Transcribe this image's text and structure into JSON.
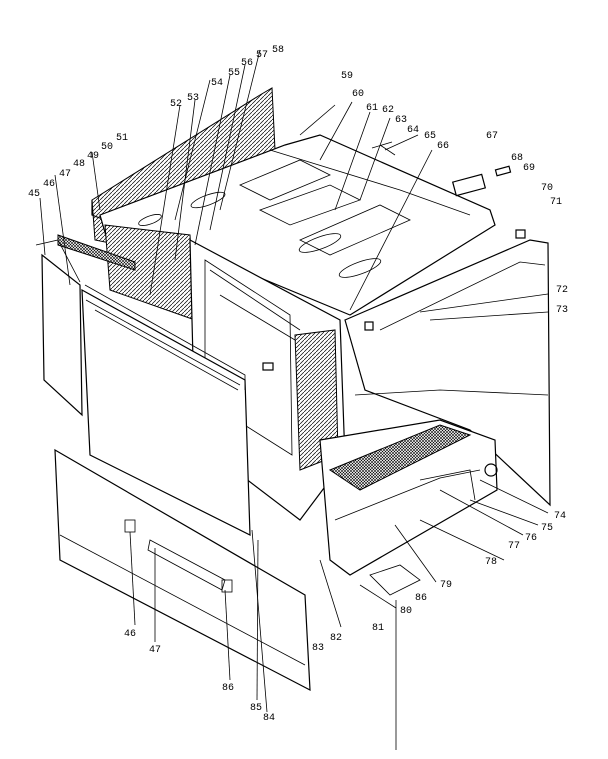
{
  "labels": [
    {
      "id": "n58a",
      "text": "58"
    },
    {
      "id": "n57",
      "text": "57"
    },
    {
      "id": "n56",
      "text": "56"
    },
    {
      "id": "n55",
      "text": "55"
    },
    {
      "id": "n54",
      "text": "54"
    },
    {
      "id": "n59",
      "text": "59"
    },
    {
      "id": "n60",
      "text": "60"
    },
    {
      "id": "n61a",
      "text": "61"
    },
    {
      "id": "n62a",
      "text": "62"
    },
    {
      "id": "n63a",
      "text": "63"
    },
    {
      "id": "n64",
      "text": "64"
    },
    {
      "id": "n65",
      "text": "65"
    },
    {
      "id": "n66",
      "text": "66"
    },
    {
      "id": "n67",
      "text": "67"
    },
    {
      "id": "n68",
      "text": "68"
    },
    {
      "id": "n69",
      "text": "69"
    },
    {
      "id": "n70",
      "text": "70"
    },
    {
      "id": "n71",
      "text": "71"
    },
    {
      "id": "n72",
      "text": "72"
    },
    {
      "id": "n73",
      "text": "73"
    },
    {
      "id": "n74",
      "text": "74"
    },
    {
      "id": "n75",
      "text": "75"
    },
    {
      "id": "n76",
      "text": "76"
    },
    {
      "id": "n77",
      "text": "77"
    },
    {
      "id": "n78",
      "text": "78"
    },
    {
      "id": "n79",
      "text": "79"
    },
    {
      "id": "n80",
      "text": "80"
    },
    {
      "id": "n86b",
      "text": "86"
    },
    {
      "id": "n81b",
      "text": "81"
    },
    {
      "id": "n82b",
      "text": "82"
    },
    {
      "id": "n83",
      "text": "83"
    },
    {
      "id": "n84",
      "text": "84"
    },
    {
      "id": "n85",
      "text": "85"
    },
    {
      "id": "n86a",
      "text": "86"
    },
    {
      "id": "n47b",
      "text": "47"
    },
    {
      "id": "n46b",
      "text": "46"
    },
    {
      "id": "n45",
      "text": "45"
    },
    {
      "id": "n46a",
      "text": "46"
    },
    {
      "id": "n47a",
      "text": "47"
    },
    {
      "id": "n48",
      "text": "48"
    },
    {
      "id": "n49",
      "text": "49"
    },
    {
      "id": "n50",
      "text": "50"
    },
    {
      "id": "n51",
      "text": "51"
    },
    {
      "id": "n52",
      "text": "52"
    },
    {
      "id": "n53",
      "text": "53"
    }
  ]
}
